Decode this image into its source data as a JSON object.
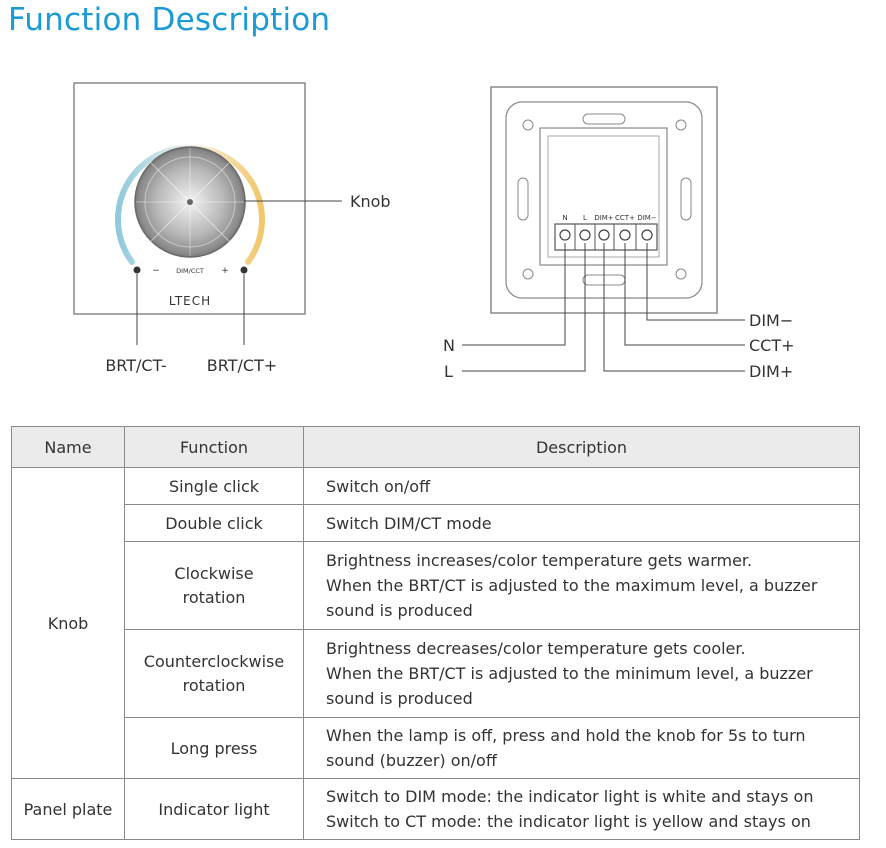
{
  "title": "Function Description",
  "panel": {
    "knob_label": "Knob",
    "left_label": "BRT/CT-",
    "right_label": "BRT/CT+",
    "brand": "LTECH",
    "mode_text": "DIM/CCT",
    "minus": "−",
    "plus": "+"
  },
  "wiring": {
    "terminals": [
      "N",
      "L",
      "DIM+",
      "CCT+",
      "DIM−"
    ],
    "n_label": "N",
    "l_label": "L",
    "dimminus_label": "DIM−",
    "cctplus_label": "CCT+",
    "dimplus_label": "DIM+"
  },
  "table": {
    "headers": [
      "Name",
      "Function",
      "Description"
    ],
    "knob_name": "Knob",
    "panel_name": "Panel plate",
    "rows": [
      {
        "function": "Single click",
        "desc": [
          "Switch on/off"
        ]
      },
      {
        "function": "Double click",
        "desc": [
          "Switch DIM/CT mode"
        ]
      },
      {
        "function": [
          "Clockwise",
          "rotation"
        ],
        "desc": [
          "Brightness increases/color temperature gets warmer.",
          "When the BRT/CT is adjusted to the maximum level, a buzzer",
          "sound is produced"
        ]
      },
      {
        "function": [
          "Counterclockwise",
          "rotation"
        ],
        "desc": [
          "Brightness decreases/color temperature gets cooler.",
          "When the BRT/CT is adjusted to the minimum level, a buzzer",
          "sound is produced"
        ]
      },
      {
        "function": "Long press",
        "desc": [
          "When the lamp is off, press and hold the knob for 5s to turn",
          "sound (buzzer) on/off"
        ]
      },
      {
        "function": "Indicator light",
        "desc": [
          "Switch to DIM mode: the indicator light is white and stays on",
          "Switch to CT mode: the indicator light is yellow and stays on"
        ]
      }
    ]
  },
  "colors": {
    "title": "#1a9ad6",
    "arc_cool": "#8fc9dd",
    "arc_warm": "#f2c66a",
    "header_bg": "#ebebeb"
  }
}
